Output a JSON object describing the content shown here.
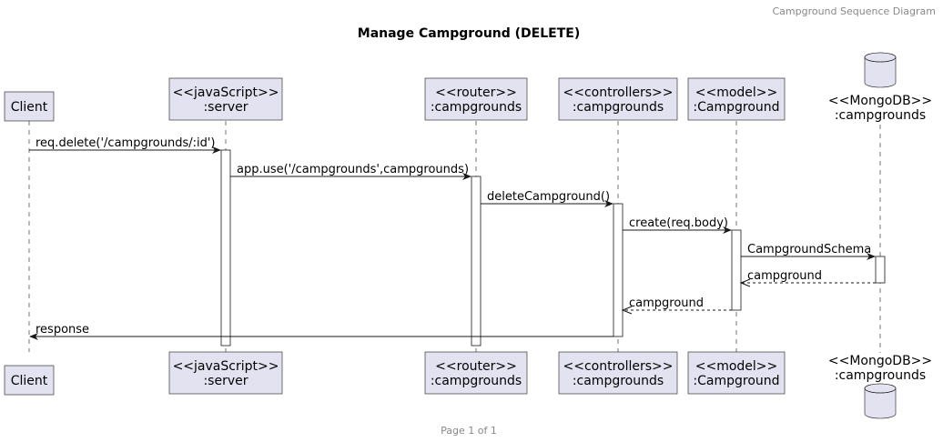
{
  "header": {
    "caption": "Campground Sequence Diagram"
  },
  "diagram": {
    "title": "Manage Campground (DELETE)",
    "participants": [
      {
        "id": "client",
        "lines": [
          "Client"
        ],
        "shape": "box"
      },
      {
        "id": "server",
        "lines": [
          "<<javaScript>>",
          ":server"
        ],
        "shape": "box"
      },
      {
        "id": "router",
        "lines": [
          "<<router>>",
          ":campgrounds"
        ],
        "shape": "box"
      },
      {
        "id": "controllers",
        "lines": [
          "<<controllers>>",
          ":campgrounds"
        ],
        "shape": "box"
      },
      {
        "id": "model",
        "lines": [
          "<<model>>",
          ":Campground"
        ],
        "shape": "box"
      },
      {
        "id": "mongodb",
        "lines": [
          "<<MongoDB>>",
          ":campgrounds"
        ],
        "shape": "database"
      }
    ],
    "messages": [
      {
        "from": "client",
        "to": "server",
        "label": "req.delete('/campgrounds/:id')",
        "type": "sync"
      },
      {
        "from": "server",
        "to": "router",
        "label": "app.use('/campgrounds',campgrounds)",
        "type": "sync"
      },
      {
        "from": "router",
        "to": "controllers",
        "label": "deleteCampground()",
        "type": "sync"
      },
      {
        "from": "controllers",
        "to": "model",
        "label": "create(req.body)",
        "type": "sync"
      },
      {
        "from": "model",
        "to": "mongodb",
        "label": "CampgroundSchema",
        "type": "sync"
      },
      {
        "from": "mongodb",
        "to": "model",
        "label": "campground",
        "type": "return"
      },
      {
        "from": "model",
        "to": "controllers",
        "label": "campground",
        "type": "return"
      },
      {
        "from": "controllers",
        "to": "client",
        "label": "response",
        "type": "sync"
      }
    ]
  },
  "footer": {
    "page": "Page 1 of 1"
  },
  "colors": {
    "participant_fill": "#E2E2F0",
    "line": "#181818",
    "header_text": "#888888"
  }
}
